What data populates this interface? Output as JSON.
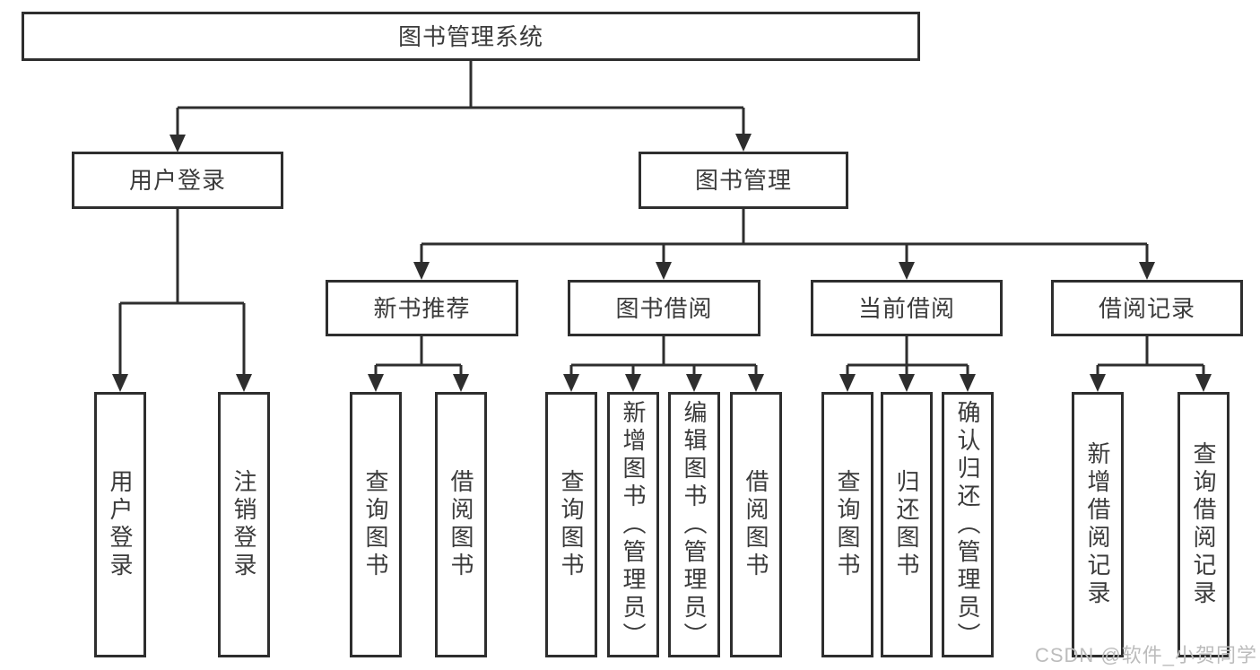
{
  "colors": {
    "line": "#2e2e2e",
    "text": "#3b3b3b",
    "background": "#ffffff",
    "node_fill": "#ffffff",
    "watermark": "#bcbcbc"
  },
  "watermark": {
    "text": "CSDN @软件_小贺同学"
  },
  "tree": {
    "root": {
      "label": "图书管理系统",
      "children": [
        {
          "label": "用户登录",
          "children": [
            {
              "label": "用户登录"
            },
            {
              "label": "注销登录"
            }
          ]
        },
        {
          "label": "图书管理",
          "children": [
            {
              "label": "新书推荐",
              "children": [
                {
                  "label": "查询图书"
                },
                {
                  "label": "借阅图书"
                }
              ]
            },
            {
              "label": "图书借阅",
              "children": [
                {
                  "label": "查询图书"
                },
                {
                  "label": "新增图书（管理员）"
                },
                {
                  "label": "编辑图书（管理员）"
                },
                {
                  "label": "借阅图书"
                }
              ]
            },
            {
              "label": "当前借阅",
              "children": [
                {
                  "label": "查询图书"
                },
                {
                  "label": "归还图书"
                },
                {
                  "label": "确认归还（管理员）"
                }
              ]
            },
            {
              "label": "借阅记录",
              "children": [
                {
                  "label": "新增借阅记录"
                },
                {
                  "label": "查询借阅记录"
                }
              ]
            }
          ]
        }
      ]
    }
  }
}
